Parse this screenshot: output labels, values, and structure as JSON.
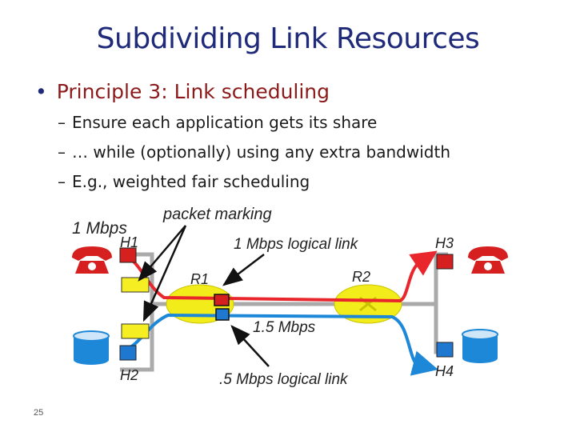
{
  "slide": {
    "title": "Subdividing Link Resources",
    "bullet": "Principle 3: Link scheduling",
    "sub_bullets": [
      "Ensure each application gets its share",
      "… while (optionally) using any extra bandwidth",
      "E.g., weighted fair scheduling"
    ],
    "page_number": "25"
  },
  "diagram": {
    "labels": {
      "one_mbps": "1 Mbps",
      "packet_marking": "packet marking",
      "logical_link_1": "1 Mbps logical link",
      "link_capacity": "1.5 Mbps",
      "logical_link_half": ".5 Mbps logical link",
      "h1": "H1",
      "h2": "H2",
      "h3": "H3",
      "h4": "H4",
      "r1": "R1",
      "r2": "R2"
    },
    "colors": {
      "red_flow": "#e8262b",
      "blue_flow": "#1e88d8",
      "router_fill": "#f2ec1a",
      "host_red": "#d62020",
      "host_blue": "#1e78d0",
      "marker_yellow": "#f4ee22",
      "phone": "#d62020",
      "disk": "#1e88d8"
    },
    "icons": [
      "telephone-icon",
      "disk-icon"
    ]
  }
}
